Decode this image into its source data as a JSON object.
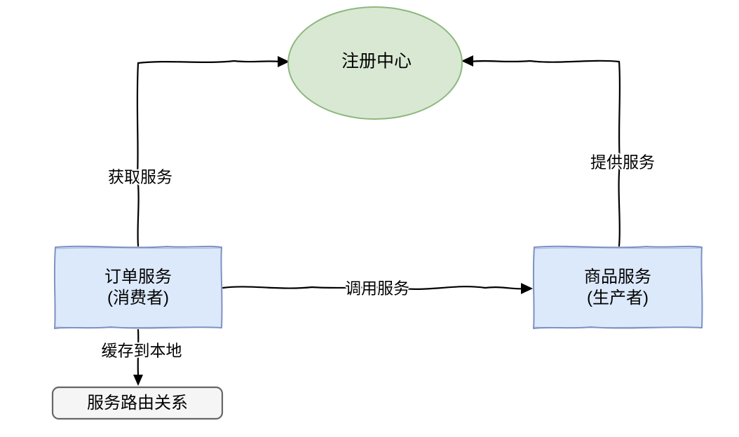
{
  "diagram": {
    "background": "#ffffff",
    "edge_color": "#000000",
    "text_color": "#000000",
    "nodes": {
      "registry": {
        "label": "注册中心",
        "shape": "ellipse",
        "fill": "#d9e8d3",
        "stroke": "#8cb87e"
      },
      "order": {
        "lines": [
          "订单服务",
          "(消费者)"
        ],
        "shape": "sketch-rectangle",
        "fill": "#dce9fb",
        "stroke": "#7e91c3"
      },
      "product": {
        "lines": [
          "商品服务",
          "(生产者)"
        ],
        "shape": "sketch-rectangle",
        "fill": "#dce9fb",
        "stroke": "#7e91c3"
      },
      "routing": {
        "label": "服务路由关系",
        "shape": "rounded-rectangle",
        "fill": "#f5f5f5",
        "stroke": "#666666"
      }
    },
    "edges": [
      {
        "from": "order",
        "to": "registry",
        "label": "获取服务"
      },
      {
        "from": "product",
        "to": "registry",
        "label": "提供服务"
      },
      {
        "from": "order",
        "to": "product",
        "label": "调用服务"
      },
      {
        "from": "order",
        "to": "routing",
        "label": "缓存到本地"
      }
    ]
  }
}
